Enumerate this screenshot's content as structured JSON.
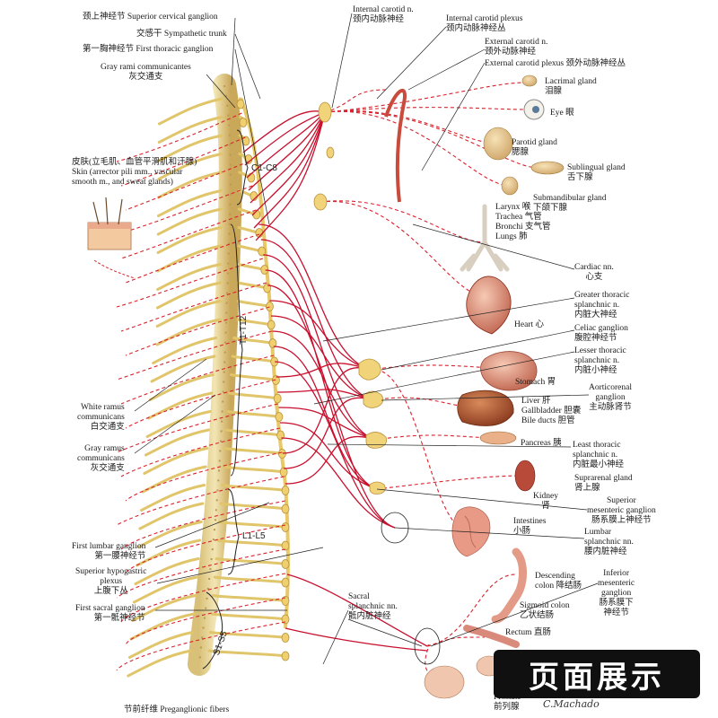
{
  "labels": {
    "superior_cervical": "颈上神经节 Superior cervical ganglion",
    "sympathetic_trunk": "交感干 Sympathetic trunk",
    "first_thoracic": "第一胸神经节 First thoracic ganglion",
    "gray_rami": "Gray rami communicantes\n灰交通支",
    "skin": "皮肤(立毛肌、血管平滑肌和汗腺)\nSkin (arrector pili mm., vascular\nsmooth m., and sweat glands)",
    "white_ramus": "White ramus\ncommunicans\n白交通支",
    "gray_ramus": "Gray ramus\ncommunicans\n灰交通支",
    "first_lumbar": "First lumbar ganglion\n第一腰神经节",
    "superior_hypogastric": "Superior hypogastric\nplexus\n上腹下丛",
    "first_sacral": "First sacral ganglion\n第一骶神经节",
    "sacral_splanchnic": "Sacral\nsplanchnic nn.\n骶内脏神经",
    "preganglionic": "节前纤维 Preganglionic fibers",
    "internal_carotid_n": "Internal carotid n.\n颈内动脉神经",
    "internal_carotid_plexus": "Internal carotid plexus\n颈内动脉神经丛",
    "external_carotid_n": "External carotid n.\n颈外动脉神经",
    "external_carotid_plexus": "External carotid plexus 颈外动脉神经丛",
    "lacrimal": "Lacrimal gland\n泪腺",
    "eye": "Eye 眼",
    "parotid": "Parotid gland\n腮腺",
    "sublingual": "Sublingual gland\n舌下腺",
    "submandibular": "Submandibular gland\n下颌下腺",
    "larynx": "Larynx 喉\nTrachea 气管\nBronchi 支气管\nLungs 肺",
    "cardiac": "Cardiac nn.\n心支",
    "greater_thoracic": "Greater thoracic\nsplanchnic n.\n内脏大神经",
    "heart": "Heart 心",
    "celiac": "Celiac ganglion\n腹腔神经节",
    "lesser_thoracic": "Lesser thoracic\nsplanchnic n.\n内脏小神经",
    "stomach": "Stomach 胃",
    "aorticorenal": "Aorticorenal\nganglion\n主动脉肾节",
    "liver": "Liver 肝\nGallbladder 胆囊\nBile ducts 胆管",
    "pancreas": "Pancreas 胰",
    "least_thoracic": "Least thoracic\nsplanchnic n.\n内脏最小神经",
    "suprarenal": "Suprarenal gland\n肾上腺",
    "kidney": "Kidney\n肾",
    "superior_mesenteric": "Superior\nmesenteric ganglion\n肠系膜上神经节",
    "intestines": "Intestines\n小肠",
    "lumbar_splanchnic": "Lumbar\nsplanchnic nn.\n腰内脏神经",
    "descending_colon": "Descending\ncolon 降结肠",
    "inferior_mesenteric": "Inferior\nmesenteric\nganglion\n肠系膜下\n神经节",
    "sigmoid": "Sigmoid colon\n乙状结肠",
    "rectum": "Rectum 直肠",
    "prostate": "Prostate\n前列腺"
  },
  "regions": {
    "cervical": "C1-C8",
    "thoracic": "T1-T12",
    "lumbar": "L1-L5",
    "sacral": "S1-S5"
  },
  "badge": "页面展示",
  "signature": "C.Machado",
  "colors": {
    "preganglionic": "#c8102e",
    "postganglionic": "#d9232e",
    "ganglion": "#e8c867",
    "cord": "#e9d79a",
    "organ": "#d98a7a"
  }
}
